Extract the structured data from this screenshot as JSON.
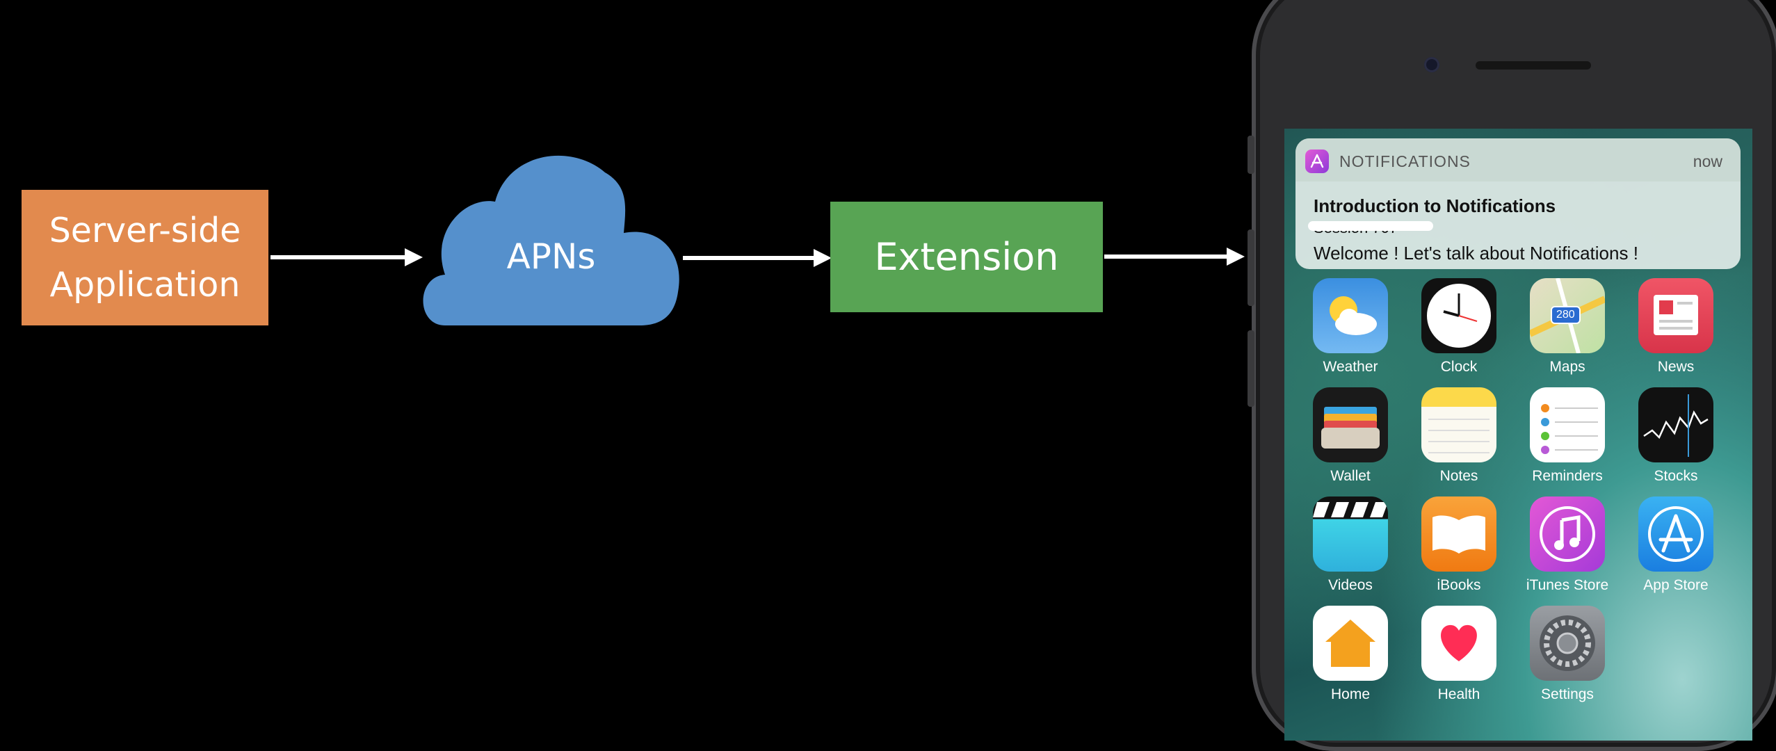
{
  "diagram": {
    "server_line1": "Server-side",
    "server_line2": "Application",
    "apns": "APNs",
    "extension": "Extension"
  },
  "notification": {
    "app_name": "NOTIFICATIONS",
    "time": "now",
    "title": "Introduction to Notifications",
    "subtitle": "Session 707",
    "body": "Welcome ! Let's talk about Notifications !"
  },
  "apps": [
    {
      "label": "Weather",
      "icon": "weather-icon"
    },
    {
      "label": "Clock",
      "icon": "clock-icon"
    },
    {
      "label": "Maps",
      "icon": "maps-icon"
    },
    {
      "label": "News",
      "icon": "news-icon"
    },
    {
      "label": "Wallet",
      "icon": "wallet-icon"
    },
    {
      "label": "Notes",
      "icon": "notes-icon"
    },
    {
      "label": "Reminders",
      "icon": "reminders-icon"
    },
    {
      "label": "Stocks",
      "icon": "stocks-icon"
    },
    {
      "label": "Videos",
      "icon": "videos-icon"
    },
    {
      "label": "iBooks",
      "icon": "ibooks-icon"
    },
    {
      "label": "iTunes Store",
      "icon": "itunes-store-icon"
    },
    {
      "label": "App Store",
      "icon": "app-store-icon"
    },
    {
      "label": "Home",
      "icon": "home-icon"
    },
    {
      "label": "Health",
      "icon": "health-icon"
    },
    {
      "label": "Settings",
      "icon": "settings-icon"
    }
  ],
  "maps_badge": "280",
  "colors": {
    "server": "#E28A4E",
    "apns": "#5590CC",
    "extension": "#58A454"
  }
}
